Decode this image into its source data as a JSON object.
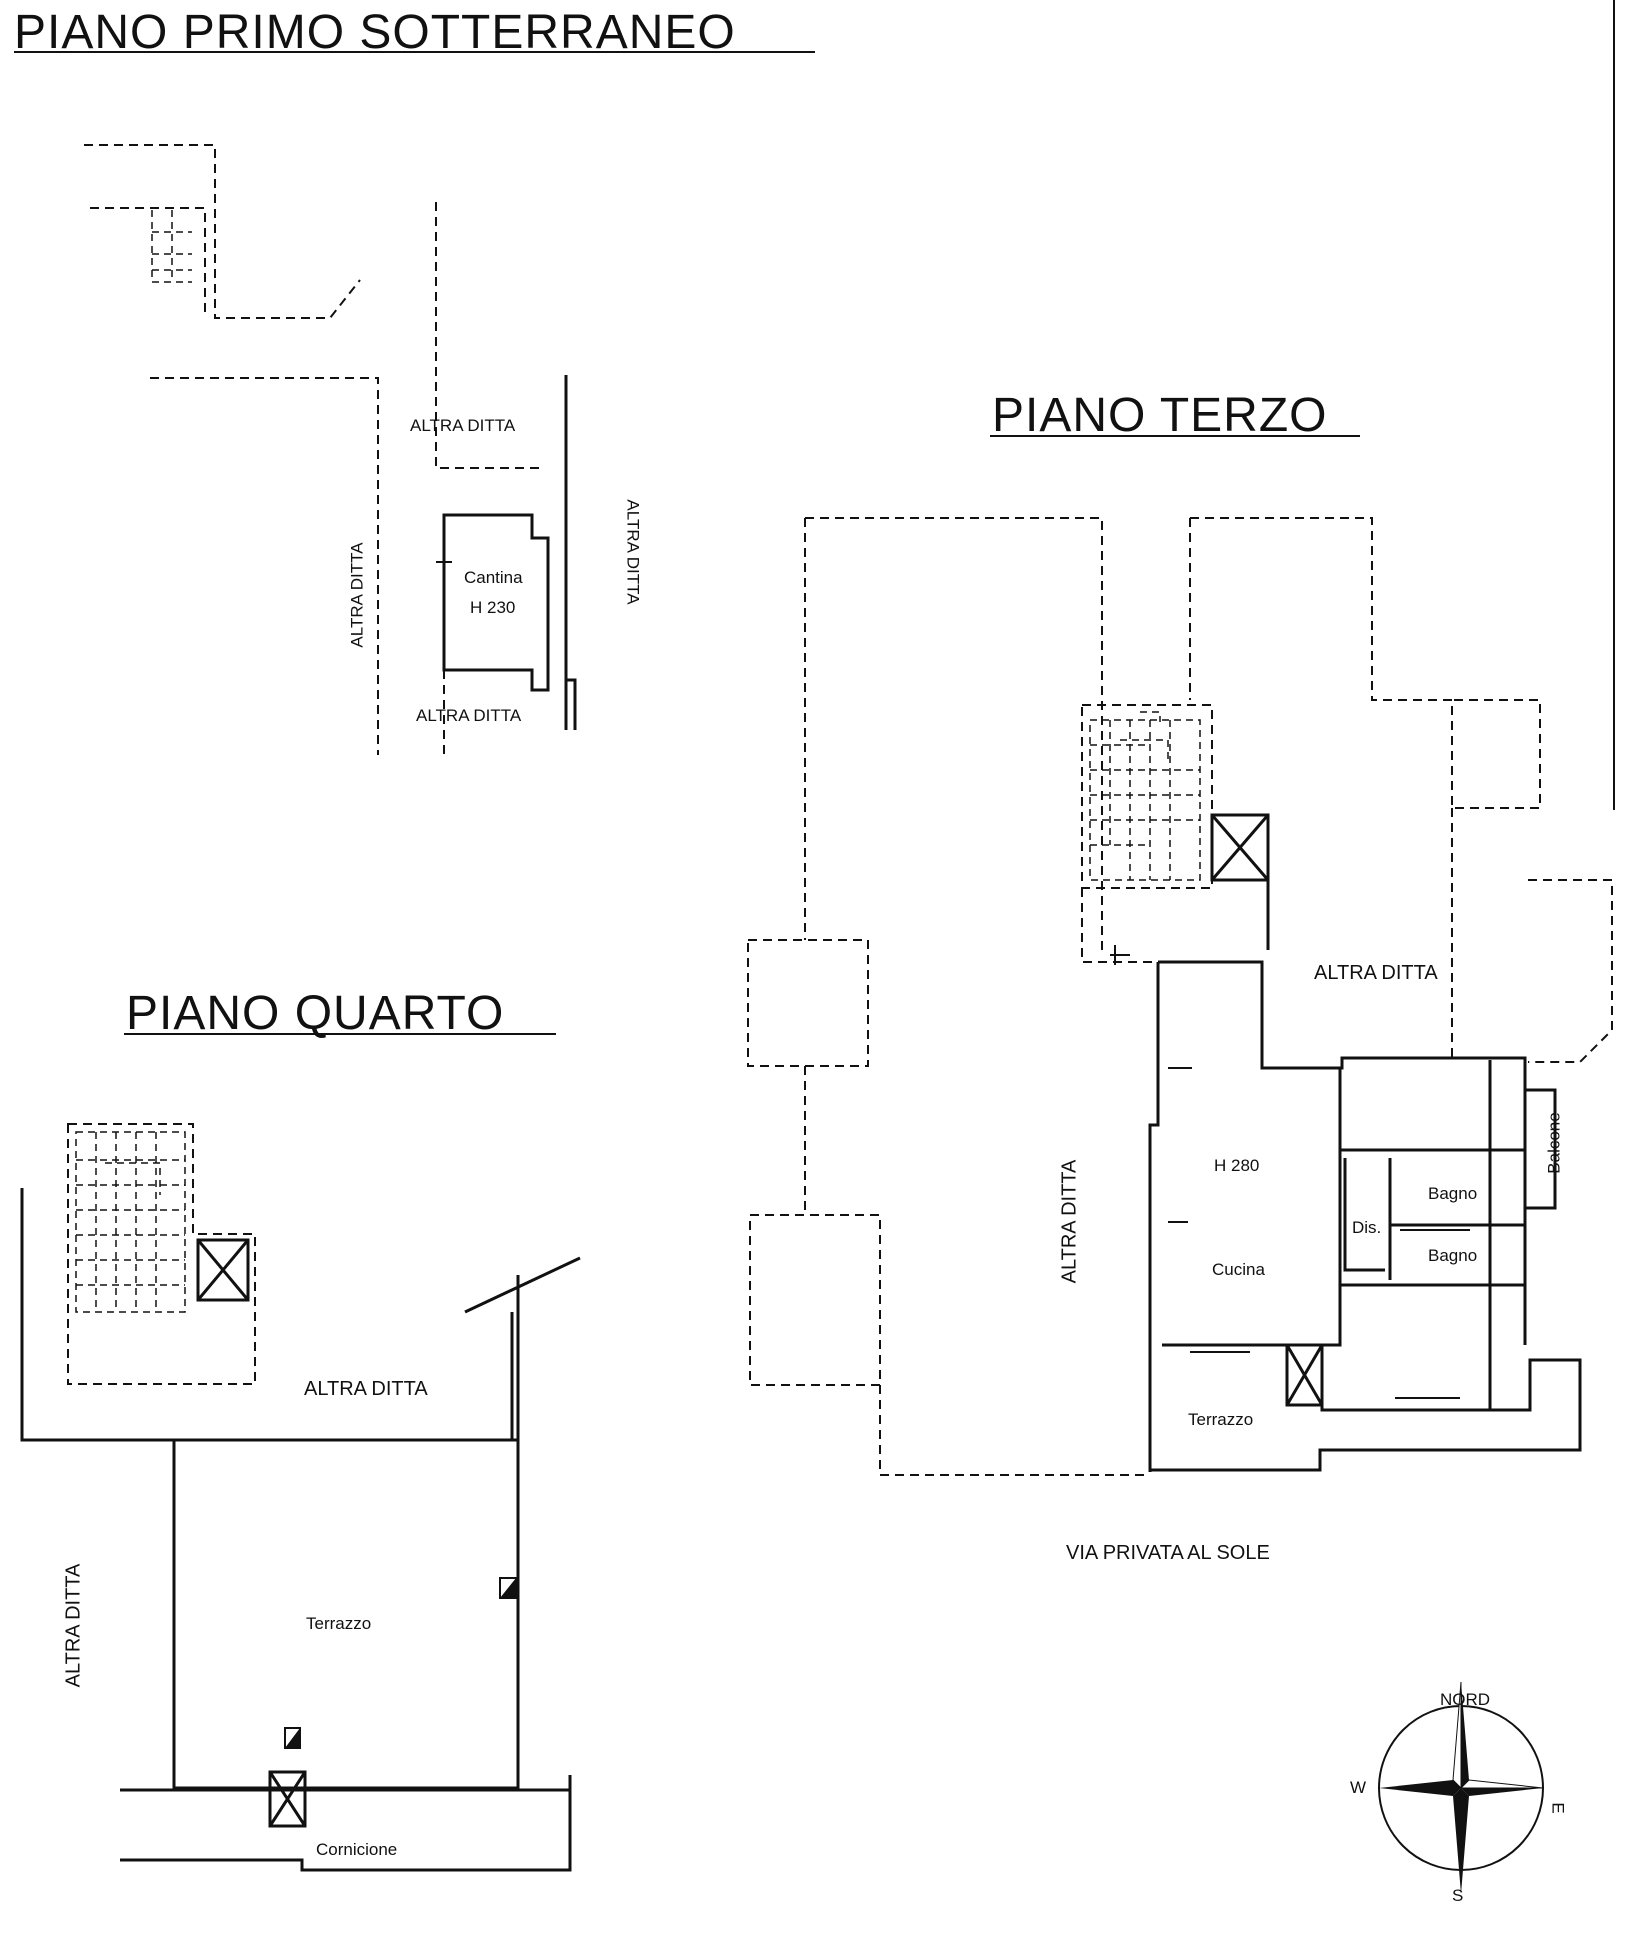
{
  "titles": {
    "basement": "PIANO PRIMO SOTTERRANEO",
    "third": "PIANO TERZO",
    "fourth": "PIANO QUARTO"
  },
  "labels": {
    "altra_ditta": "ALTRA DITTA",
    "cantina": "Cantina",
    "cantina_height": "H 230",
    "cucina_height": "H 280",
    "cucina": "Cucina",
    "bagno": "Bagno",
    "dis": "Dis.",
    "balcone": "Balcone",
    "terrazzo": "Terrazzo",
    "cornicione": "Cornicione",
    "street": "VIA PRIVATA AL SOLE"
  },
  "compass": {
    "north": "NORD",
    "south": "S",
    "east": "E",
    "west": "W"
  },
  "colors": {
    "ink": "#111111",
    "paper": "#ffffff"
  }
}
